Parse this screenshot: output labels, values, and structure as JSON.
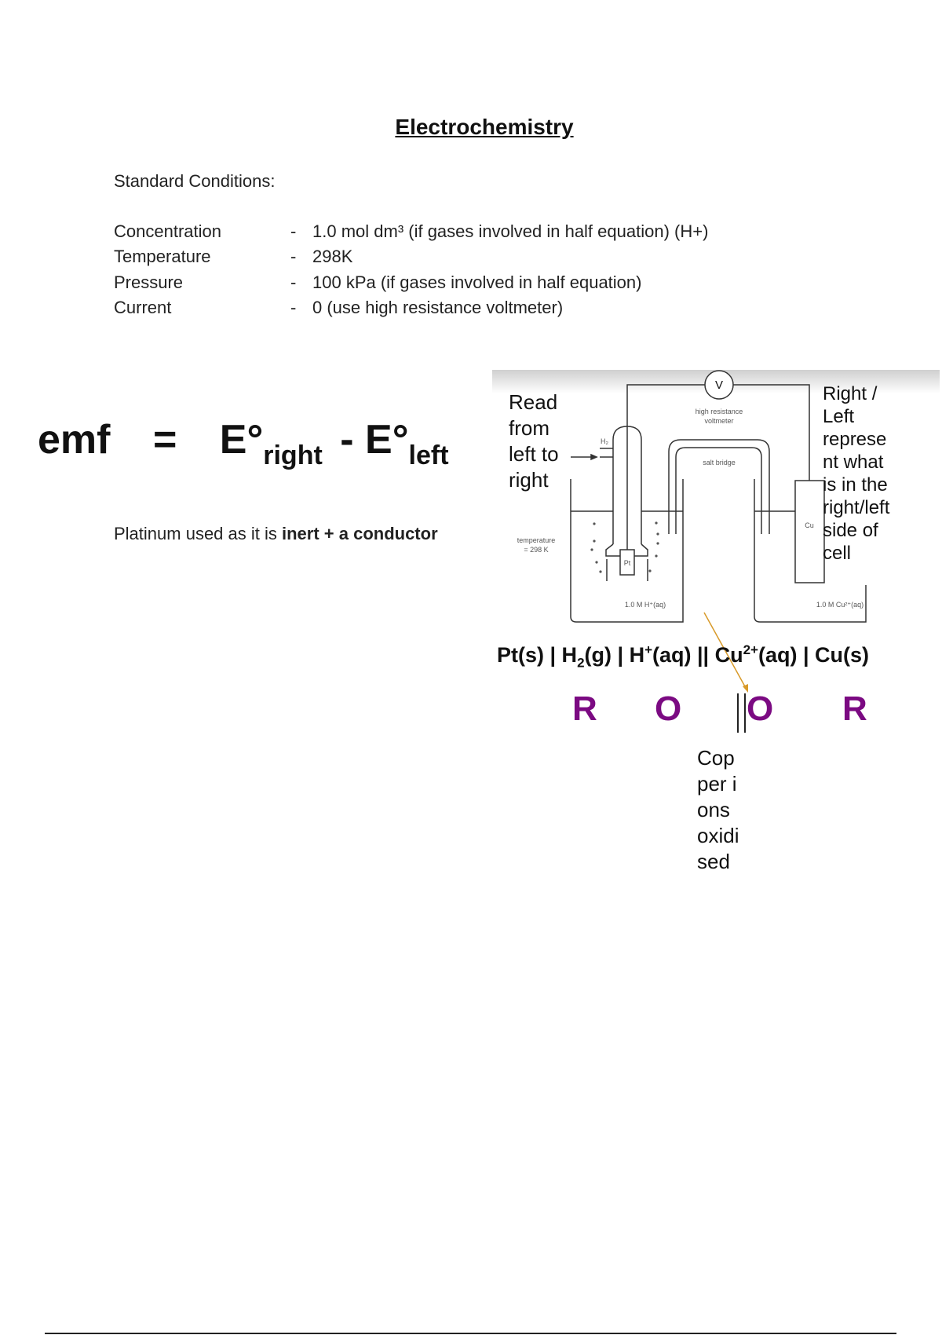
{
  "title": "Electrochemistry",
  "standard_conditions_heading": "Standard Conditions:",
  "conditions": [
    {
      "label": "Concentration",
      "dash": "-",
      "value": "1.0 mol dm³   (if gases involved in half equation) (H+)"
    },
    {
      "label": "Temperature",
      "dash": "-",
      "value": "298K"
    },
    {
      "label": "Pressure",
      "dash": "-",
      "value": "100 kPa (if gases involved in half equation)"
    },
    {
      "label": "Current",
      "dash": "-",
      "value": "0 (use high resistance voltmeter)"
    }
  ],
  "emf": {
    "lhs": "emf",
    "eq": "=",
    "e1": "E°",
    "sub1": "right",
    "minus": "-",
    "e2": "E°",
    "sub2": "left"
  },
  "platinum": {
    "prefix": "Platinum used as it is ",
    "bold": "inert + a conductor"
  },
  "diagram": {
    "voltmeter": "V",
    "voltmeter_label_1": "high resistance",
    "voltmeter_label_2": "voltmeter",
    "salt_bridge": "salt bridge",
    "temperature_1": "temperature",
    "temperature_2": "= 298 K",
    "left_solution": "1.0 M H⁺(aq)",
    "right_solution": "1.0 M Cu²⁺(aq)",
    "pt": "Pt",
    "cu": "Cu",
    "gas": "H₂",
    "note_read": "Read from left to right",
    "note_right_left": "Right / Left represe nt what is in the right/left side of cell",
    "note_copper": "Cop per ions oxidi sed"
  },
  "cell_notation": {
    "p1": "Pt(s) | H",
    "s1": "2",
    "p2": "(g) | H",
    "s2": "+",
    "p3": "(aq) || Cu",
    "s3": "2+",
    "p4": "(aq) | Cu(s)"
  },
  "roor": [
    "R",
    "O",
    "O",
    "R"
  ],
  "colors": {
    "roor": "#7b0a82",
    "arrow": "#d89a2a"
  }
}
